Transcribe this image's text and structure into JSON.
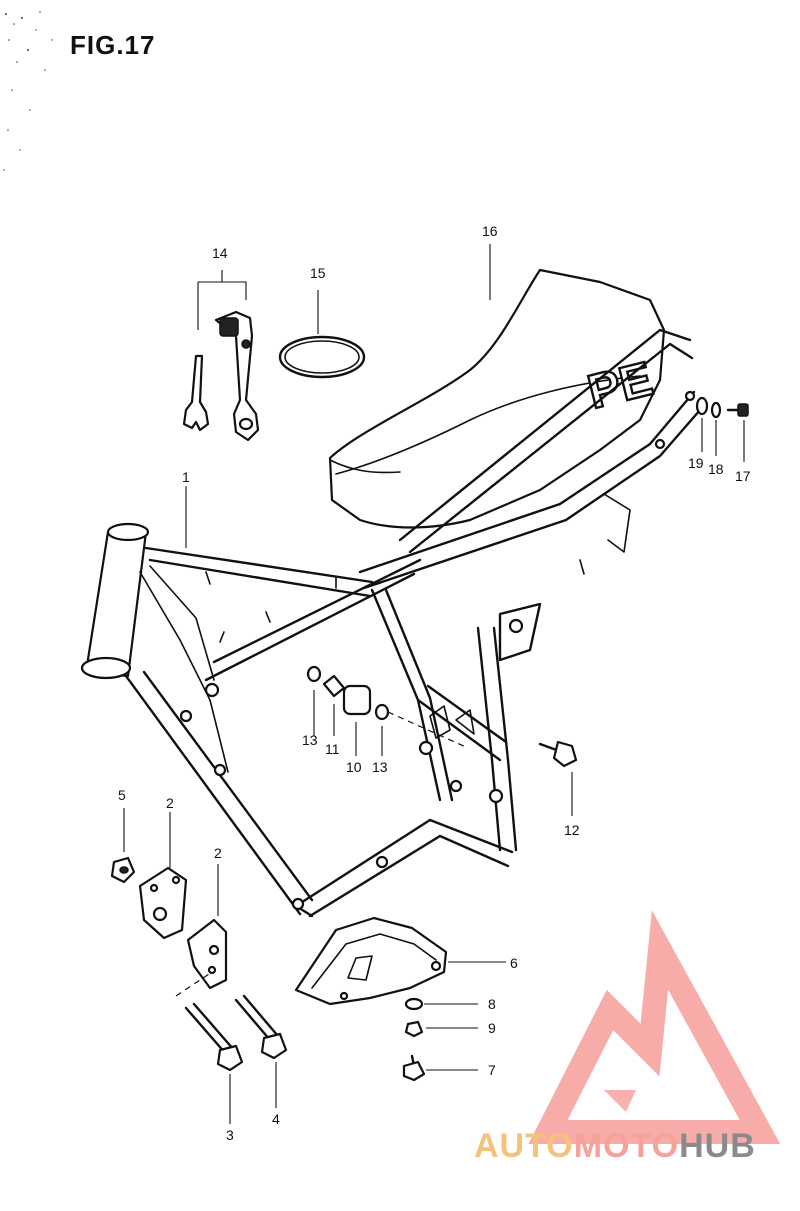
{
  "figure": {
    "title": "FIG.17",
    "stroke_color": "#111111",
    "background": "#ffffff"
  },
  "callouts": {
    "c1": "1",
    "c2a": "2",
    "c2b": "2",
    "c3": "3",
    "c4": "4",
    "c5": "5",
    "c6": "6",
    "c7": "7",
    "c8": "8",
    "c9": "9",
    "c10": "10",
    "c11": "11",
    "c12": "12",
    "c13a": "13",
    "c13b": "13",
    "c14": "14",
    "c15": "15",
    "c16": "16",
    "c17": "17",
    "c18": "18",
    "c19": "19"
  },
  "seat_lettering": "PE",
  "watermark": {
    "part1": "AUTO",
    "part2": "MOTO",
    "part3": "HUB",
    "color_auto": "#f4c27a",
    "color_moto": "#f7a19b",
    "color_hub": "#8a8a8a",
    "logo_color": "#f7a3a0"
  }
}
